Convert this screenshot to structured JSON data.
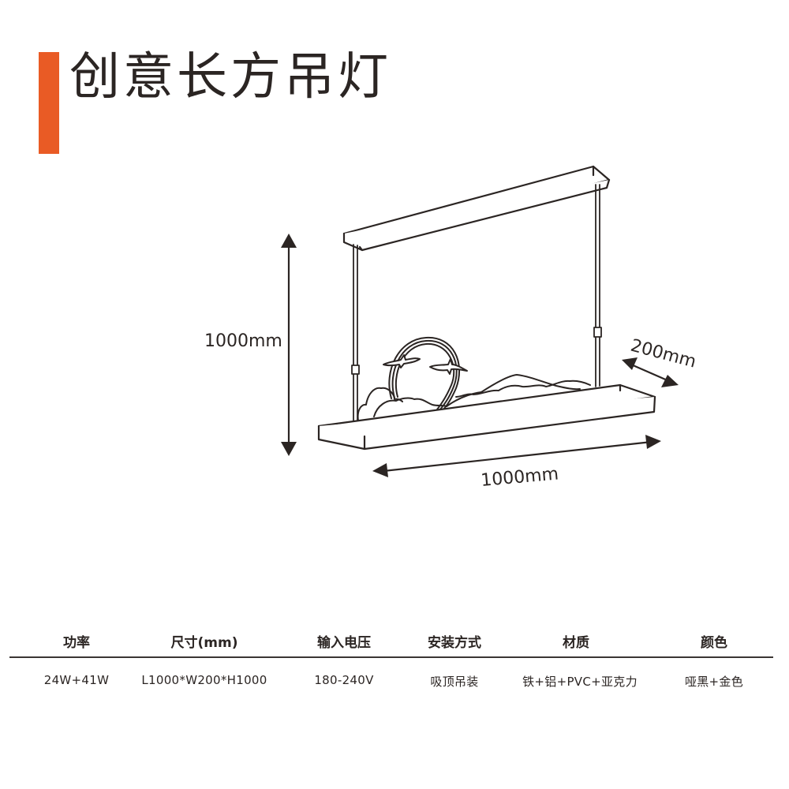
{
  "header": {
    "title": "创意长方吊灯",
    "accent_color": "#E95B25"
  },
  "diagram": {
    "subject": "rectangular pendant lamp line drawing with landscape motif (ring sun, birds, hills, clouds)",
    "stroke_color": "#2B2523",
    "dimensions": {
      "height_label": "1000mm",
      "width_label": "200mm",
      "length_label": "1000mm"
    }
  },
  "spec_table": {
    "headers": [
      "功率",
      "尺寸(mm)",
      "输入电压",
      "安装方式",
      "材质",
      "颜色"
    ],
    "values": [
      "24W+41W",
      "L1000*W200*H1000",
      "180-240V",
      "吸顶吊装",
      "铁+铝+PVC+亚克力",
      "哑黑+金色"
    ],
    "divider_color": "#3A3533"
  }
}
